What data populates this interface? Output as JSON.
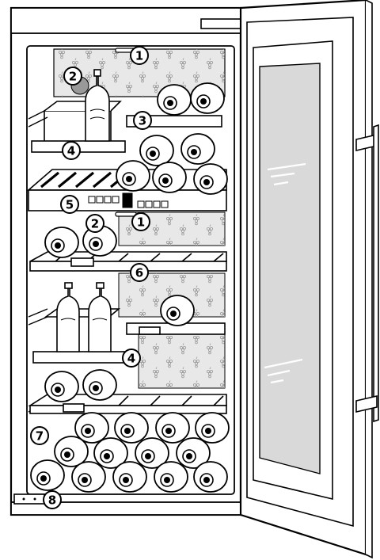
{
  "callouts": [
    {
      "id": "c1a",
      "label": "1"
    },
    {
      "id": "c2a",
      "label": "2"
    },
    {
      "id": "c3",
      "label": "3"
    },
    {
      "id": "c4a",
      "label": "4"
    },
    {
      "id": "c5",
      "label": "5"
    },
    {
      "id": "c1b",
      "label": "1"
    },
    {
      "id": "c2b",
      "label": "2"
    },
    {
      "id": "c6",
      "label": "6"
    },
    {
      "id": "c4b",
      "label": "4"
    },
    {
      "id": "c7",
      "label": "7"
    },
    {
      "id": "c8",
      "label": "8"
    }
  ],
  "colors": {
    "line": "#000000",
    "panel": "#e8e8e8",
    "glass": "#d9d9d9",
    "bottle_accent": "#999999"
  }
}
